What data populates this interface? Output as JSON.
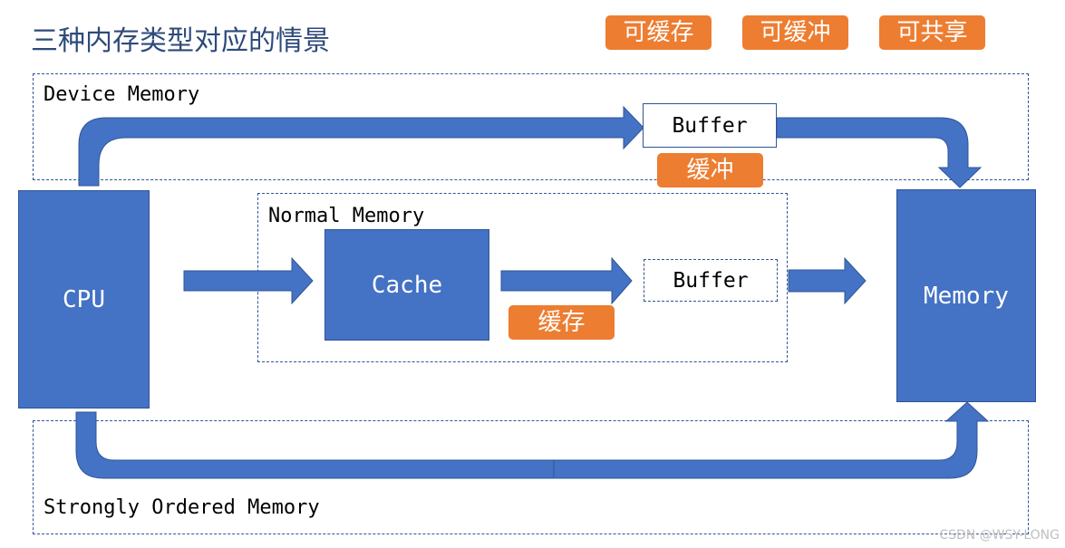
{
  "title": "三种内存类型对应的情景",
  "legend": {
    "cacheable": "可缓存",
    "bufferable": "可缓冲",
    "shareable": "可共享"
  },
  "regions": {
    "device": "Device Memory",
    "normal": "Normal Memory",
    "strongly_ordered": "Strongly Ordered Memory"
  },
  "blocks": {
    "cpu": "CPU",
    "cache": "Cache",
    "memory": "Memory",
    "device_buffer": "Buffer",
    "normal_buffer": "Buffer"
  },
  "tags": {
    "device_buffer_tag": "缓冲",
    "cache_tag": "缓存"
  },
  "watermark": "CSDN @WSY-LONG",
  "colors": {
    "block_fill": "#4472C4",
    "block_border": "#2F5597",
    "badge": "#ED7D31",
    "title": "#2E4A7A"
  }
}
